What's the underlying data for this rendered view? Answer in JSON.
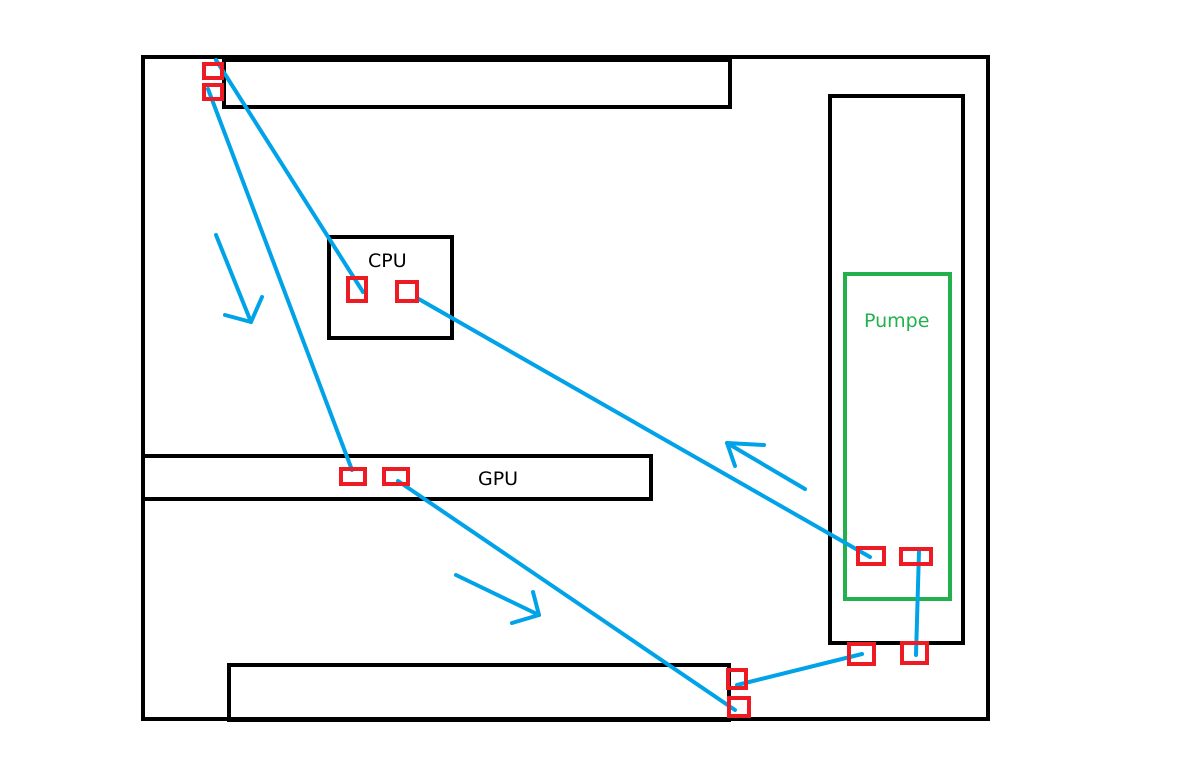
{
  "colors": {
    "outline": "#000000",
    "port": "#ed1c24",
    "tube": "#00a2e8",
    "pump": "#22b14c",
    "background": "#ffffff"
  },
  "labels": {
    "cpu": "CPU",
    "gpu": "GPU",
    "pump": "Pumpe"
  }
}
